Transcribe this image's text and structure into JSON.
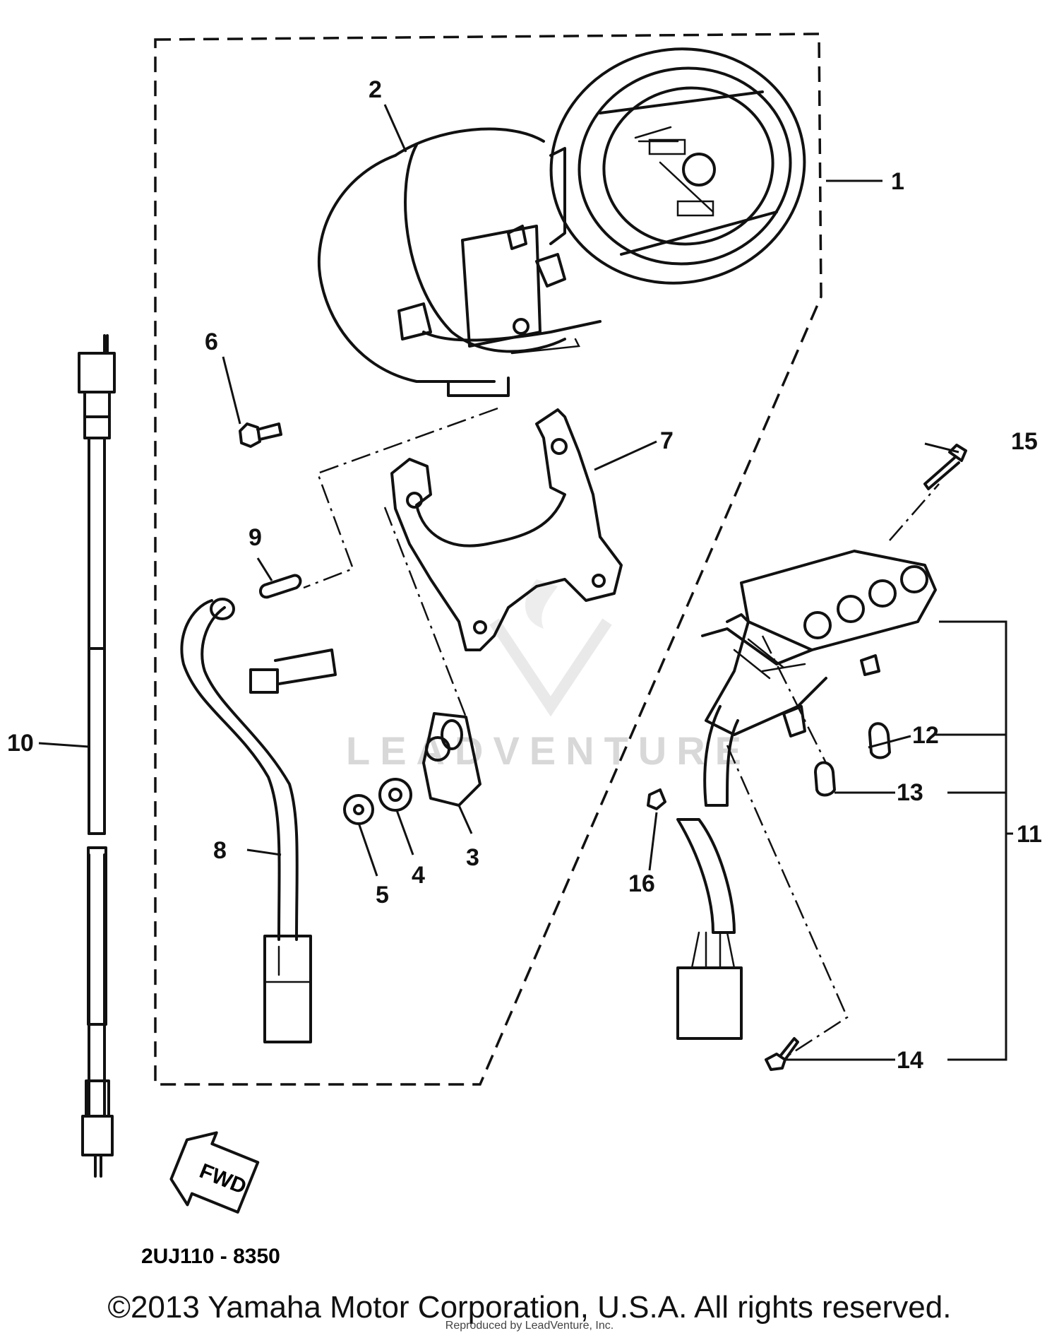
{
  "diagram": {
    "part_numbers": [
      "1",
      "2",
      "3",
      "4",
      "5",
      "6",
      "7",
      "8",
      "9",
      "10",
      "11",
      "12",
      "13",
      "14",
      "15",
      "16"
    ],
    "fwd_label": "FWD",
    "diagram_code": "2UJ110 - 8350",
    "watermark": "LEADVENTURE"
  },
  "footer": {
    "copyright": "©2013 Yamaha Motor Corporation, U.S.A. All rights reserved.",
    "reproduced": "Reproduced by LeadVenture, Inc."
  }
}
